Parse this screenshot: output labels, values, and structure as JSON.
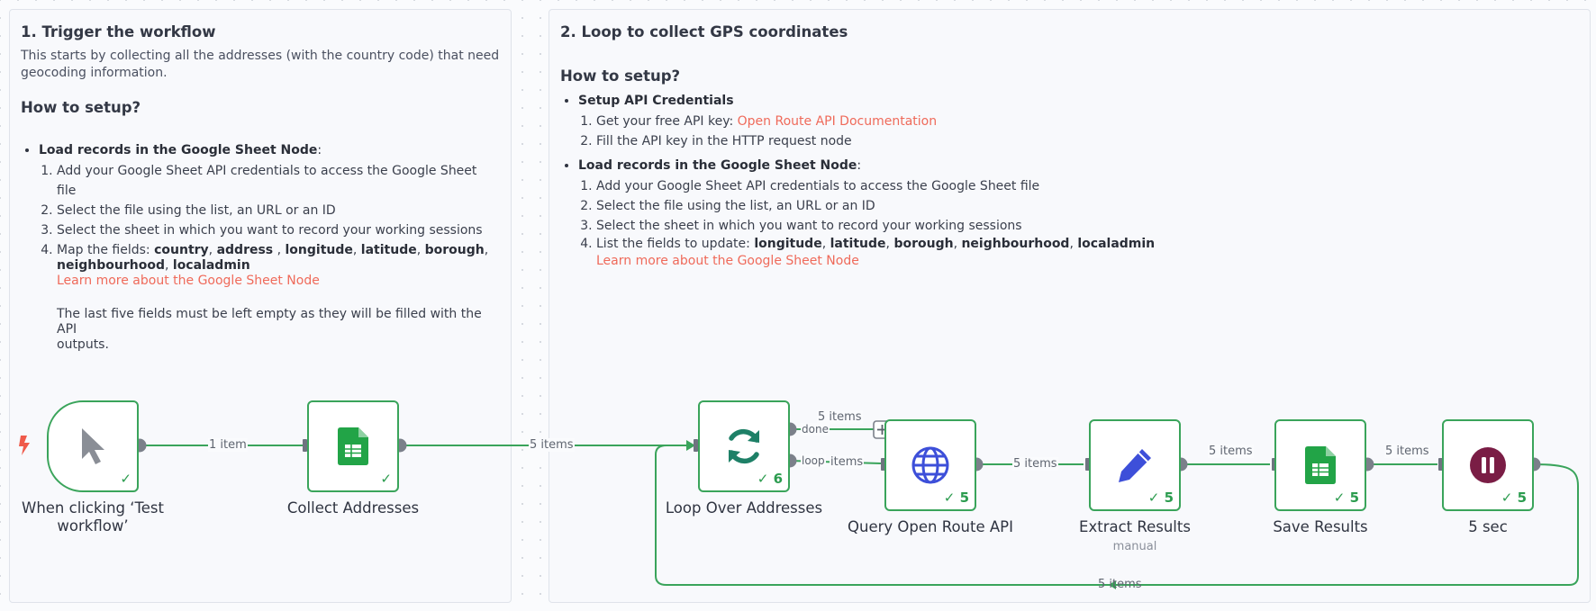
{
  "note1": {
    "title": "1. Trigger the workflow",
    "intro_line1": "This starts by collecting all the addresses (with the country code) that need",
    "intro_line2": "geocoding information.",
    "how_to": "How to setup?",
    "bullet": "Load records in the Google Sheet Node",
    "steps": [
      "Add your Google Sheet API credentials to access the Google Sheet file",
      "Select the file using the list, an URL or an ID",
      "Select the sheet in which you want to record your working sessions"
    ],
    "step4_prefix": "Map the fields: ",
    "step4_fields": [
      "country",
      "address",
      "longitude",
      "latitude",
      "borough",
      "neighbourhood",
      "localadmin"
    ],
    "learn_more": "Learn more about the Google Sheet Node",
    "footnote_line1": "The last five fields must be left empty as they will be filled with the API",
    "footnote_line2": "outputs."
  },
  "note2": {
    "title": "2. Loop to collect GPS coordinates",
    "how_to": "How to setup?",
    "bullet1": "Setup API Credentials",
    "bullet1_step1_prefix": "Get your free API key: ",
    "bullet1_step1_link": "Open Route API Documentation",
    "bullet1_step2": "Fill the API key in the HTTP request node",
    "bullet2": "Load records in the Google Sheet Node",
    "steps": [
      "Add your Google Sheet API credentials to access the Google Sheet file",
      "Select the file using the list, an URL or an ID",
      "Select the sheet in which you want to record your working sessions"
    ],
    "step4_prefix": "List the fields to update: ",
    "step4_fields": [
      "longitude",
      "latitude",
      "borough",
      "neighbourhood",
      "localadmin"
    ],
    "learn_more": "Learn more about the Google Sheet Node"
  },
  "nodes": {
    "trigger": {
      "label_line1": "When clicking ‘Test",
      "label_line2": "workflow’"
    },
    "collect": {
      "label": "Collect Addresses"
    },
    "loop": {
      "label": "Loop Over Addresses",
      "count": "6"
    },
    "query": {
      "label": "Query Open Route API",
      "count": "5"
    },
    "extract": {
      "label": "Extract Results",
      "sub": "manual",
      "count": "5"
    },
    "save": {
      "label": "Save Results",
      "count": "5"
    },
    "wait": {
      "label": "5 sec",
      "count": "5"
    }
  },
  "edges": {
    "trigger_collect": "1 item",
    "collect_loop": "5 items",
    "done_count": "5 items",
    "done_port": "done",
    "loop_port": "loop",
    "loop_items": "items",
    "query_extract": "5 items",
    "extract_save": "5 items",
    "save_wait": "5 items",
    "wait_loop": "5 items"
  },
  "colors": {
    "green": "#3aa45b",
    "link": "#ef6a5a",
    "http_blue": "#3d4fd9",
    "wait_maroon": "#7a1d45",
    "sheet_green": "#22a447"
  }
}
